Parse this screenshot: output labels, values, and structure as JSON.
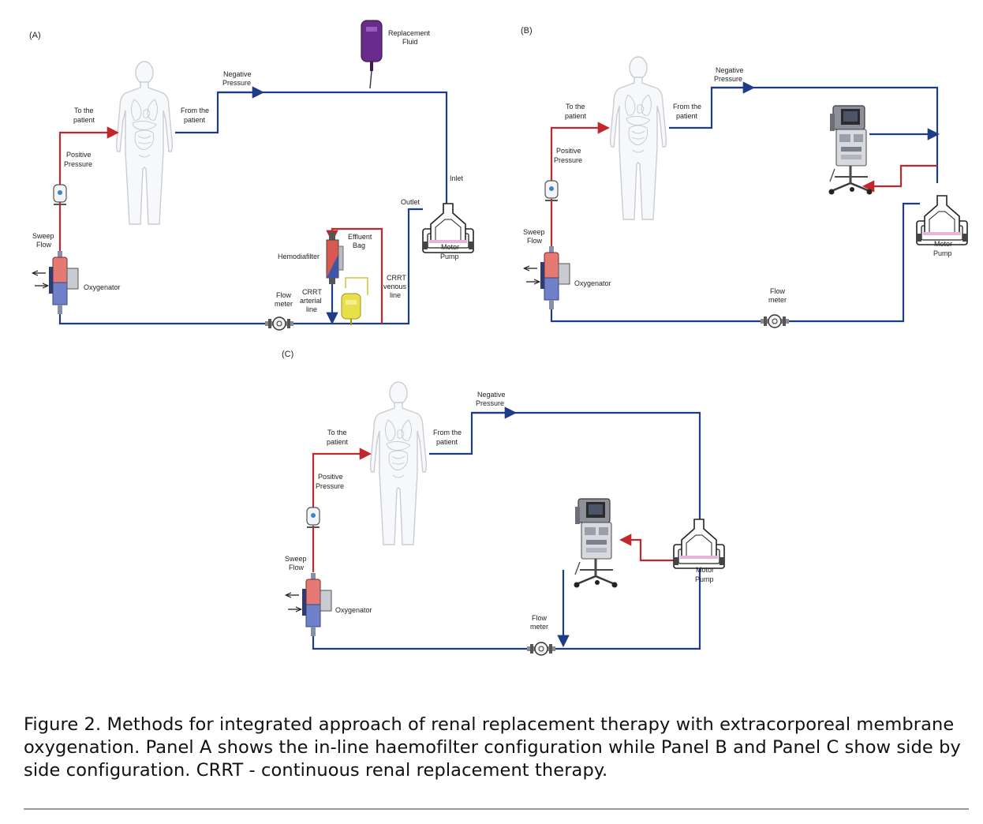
{
  "colors": {
    "positive_line": "#c0282d",
    "negative_line": "#1f3c88",
    "replacement_bag": "#6a2c8c",
    "effluent_bag": "#e8e04a"
  },
  "panels": {
    "A": {
      "label": "(A)",
      "to_patient": [
        "To the",
        "patient"
      ],
      "from_patient": [
        "From the",
        "patient"
      ],
      "negative_pressure": [
        "Negative",
        "Pressure"
      ],
      "positive_pressure": [
        "Positive",
        "Pressure"
      ],
      "replacement_fluid": [
        "Replacement",
        "Fluid"
      ],
      "inlet": "Inlet",
      "outlet": "Outlet",
      "motor_pump": [
        "Motor",
        "Pump"
      ],
      "effluent_bag": [
        "Effluent",
        "Bag"
      ],
      "hemodiafilter": "Hemodiafilter",
      "crrt_venous": [
        "CRRT",
        "venous",
        "line"
      ],
      "crrt_arterial": [
        "CRRT",
        "arterial",
        "line"
      ],
      "flow_meter": [
        "Flow",
        "meter"
      ],
      "sweep_flow": [
        "Sweep",
        "Flow"
      ],
      "oxygenator": "Oxygenator"
    },
    "B": {
      "label": "(B)",
      "to_patient": [
        "To the",
        "patient"
      ],
      "from_patient": [
        "From the",
        "patient"
      ],
      "negative_pressure": [
        "Negative",
        "Pressure"
      ],
      "positive_pressure": [
        "Positive",
        "Pressure"
      ],
      "motor_pump": [
        "Motor",
        "Pump"
      ],
      "flow_meter": [
        "Flow",
        "meter"
      ],
      "sweep_flow": [
        "Sweep",
        "Flow"
      ],
      "oxygenator": "Oxygenator"
    },
    "C": {
      "label": "(C)",
      "to_patient": [
        "To the",
        "patient"
      ],
      "from_patient": [
        "From the",
        "patient"
      ],
      "negative_pressure": [
        "Negative",
        "Pressure"
      ],
      "positive_pressure": [
        "Positive",
        "Pressure"
      ],
      "motor_pump": [
        "Motor",
        "Pump"
      ],
      "flow_meter": [
        "Flow",
        "meter"
      ],
      "sweep_flow": [
        "Sweep",
        "Flow"
      ],
      "oxygenator": "Oxygenator"
    }
  },
  "caption": {
    "text": "Figure 2. Methods for integrated approach of renal replacement therapy with extracorporeal membrane oxygenation. Panel A shows the in-line haemofilter configuration while Panel B and Panel C show side by side configuration. CRRT - continuous renal replacement therapy."
  }
}
